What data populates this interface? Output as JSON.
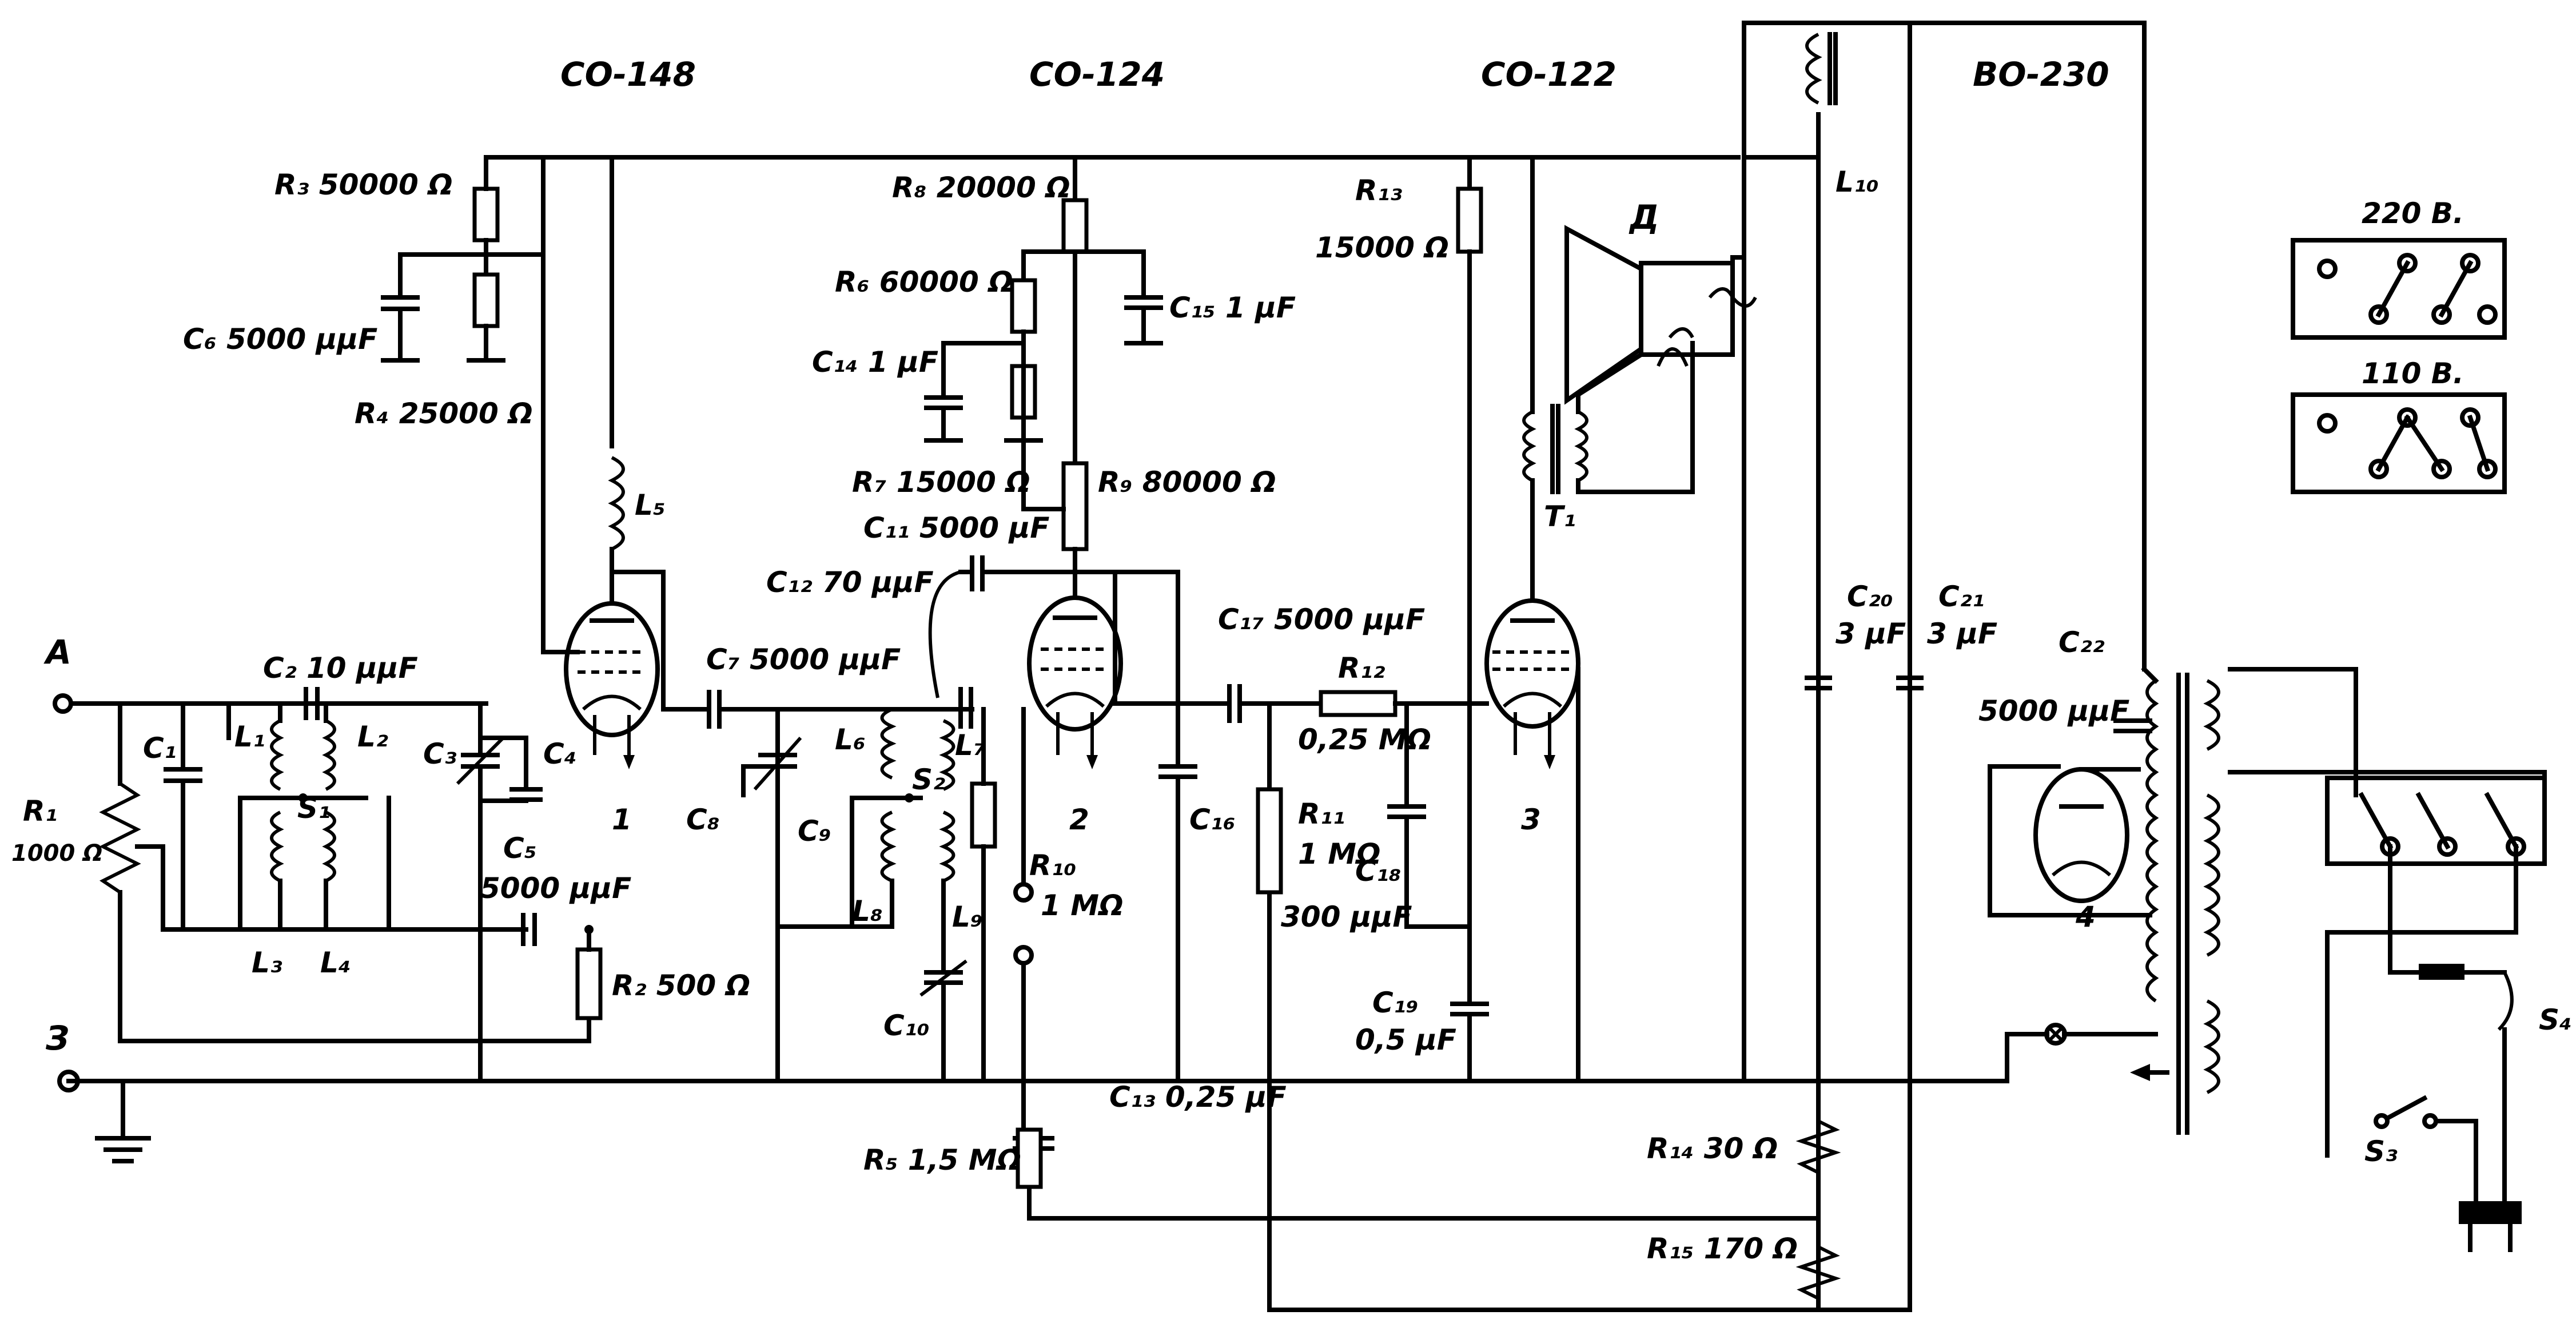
{
  "title": "",
  "tubes": {
    "t1": {
      "type": "СО-148",
      "number": "1"
    },
    "t2": {
      "type": "СО-124",
      "number": "2"
    },
    "t3": {
      "type": "СО-122",
      "number": "3"
    },
    "rect": {
      "type": "ВО-230",
      "number": "4"
    }
  },
  "terminals": {
    "antenna": "А",
    "ground": "З"
  },
  "labels": {
    "R1": "R₁",
    "R1_val": "1000 Ω",
    "R2": "R₂ 500 Ω",
    "R3": "R₃ 50000 Ω",
    "R4": "R₄ 25000 Ω",
    "R5": "R₅ 1,5 MΩ",
    "R6": "R₆ 60000 Ω",
    "R7": "R₇ 15000 Ω",
    "R8": "R₈ 20000 Ω",
    "R9": "R₉ 80000 Ω",
    "R10": "R₁₀",
    "R10_val": "1 MΩ",
    "R11": "R₁₁",
    "R11_val": "1 MΩ",
    "R12": "R₁₂",
    "R12_val": "0,25 MΩ",
    "R13": "R₁₃",
    "R13_val": "15000 Ω",
    "R14": "R₁₄ 30 Ω",
    "R15": "R₁₅ 170 Ω",
    "C1": "C₁",
    "C2": "C₂ 10 µµF",
    "C3": "C₃",
    "C4": "C₄",
    "C5": "C₅",
    "C5_val": "5000 µµF",
    "C6": "C₆ 5000 µµF",
    "C7": "C₇ 5000 µµF",
    "C8": "C₈",
    "C9": "C₉",
    "C10": "C₁₀",
    "C11": "C₁₁ 5000 µF",
    "C12": "C₁₂ 70 µµF",
    "C13": "C₁₃ 0,25 µF",
    "C14": "C₁₄ 1 µF",
    "C15": "C₁₅ 1 µF",
    "C16": "C₁₆",
    "C17": "C₁₇ 5000 µµF",
    "C18": "C₁₈",
    "C18_val": "300 µµF",
    "C19": "C₁₉",
    "C19_val": "0,5 µF",
    "C20": "C₂₀",
    "C20_val": "3 µF",
    "C21": "C₂₁",
    "C21_val": "3 µF",
    "C22": "C₂₂",
    "C22_val": "5000 µµF",
    "L1": "L₁",
    "L2": "L₂",
    "L3": "L₃",
    "L4": "L₄",
    "L5": "L₅",
    "L6": "L₆",
    "L7": "L₇",
    "L8": "L₈",
    "L9": "L₉",
    "L10": "L₁₀",
    "S1": "S₁",
    "S2": "S₂",
    "S3": "S₃",
    "S4": "S₄",
    "T1": "T₁",
    "speaker": "Д",
    "v220": "220 В.",
    "v110": "110 В."
  }
}
